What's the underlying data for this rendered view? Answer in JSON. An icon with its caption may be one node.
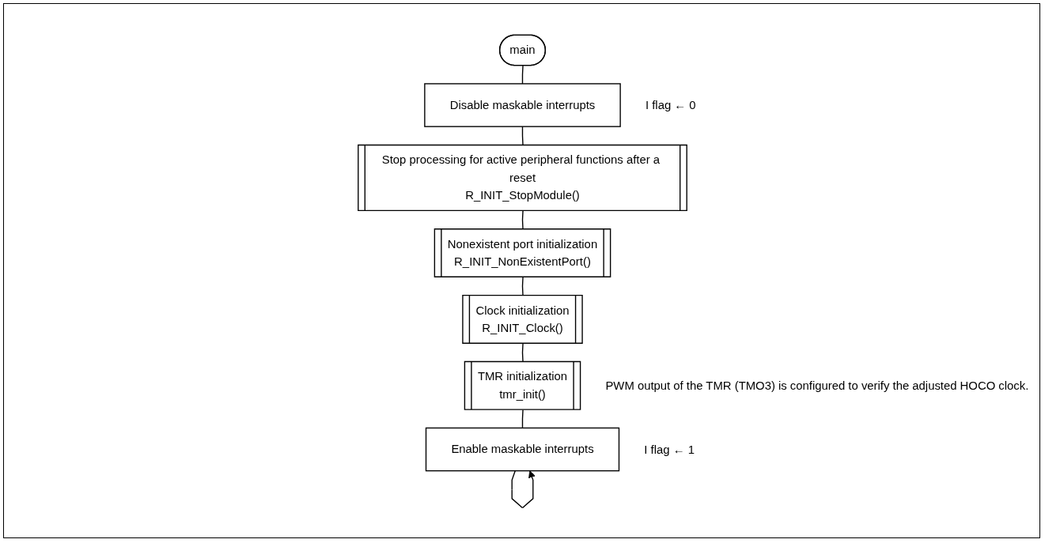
{
  "diagram": {
    "nodes": [
      {
        "text": [
          "main"
        ]
      },
      {
        "text": [
          "Disable maskable interrupts"
        ],
        "beside": [
          "I flag ← 0"
        ]
      },
      {
        "text": [
          "Stop processing for active peripheral functions after a reset",
          "R_INIT_StopModule()"
        ]
      },
      {
        "text": [
          "Nonexistent port initialization",
          "R_INIT_NonExistentPort()"
        ]
      },
      {
        "text": [
          "Clock initialization",
          "R_INIT_Clock()"
        ]
      },
      {
        "text": [
          "TMR initialization",
          "tmr_init()"
        ],
        "beside": [
          "PWM output of the TMR (TMO3) is configured to verify the adjusted HOCO clock."
        ]
      },
      {
        "text": [
          "Enable maskable interrupts"
        ],
        "beside": [
          "I flag ← 1"
        ]
      }
    ],
    "edges": [
      {
        "from": 0,
        "to": 1,
        "arrow": "none"
      },
      {
        "from": 1,
        "to": 2,
        "arrow": "none"
      },
      {
        "from": 2,
        "to": 3,
        "arrow": "none"
      },
      {
        "from": 3,
        "to": 4,
        "arrow": "none"
      },
      {
        "from": 4,
        "to": 5,
        "arrow": "none"
      },
      {
        "from": 5,
        "to": 6,
        "arrow": "none"
      },
      {
        "from": 6,
        "to": 6,
        "arrow": "to"
      }
    ]
  }
}
